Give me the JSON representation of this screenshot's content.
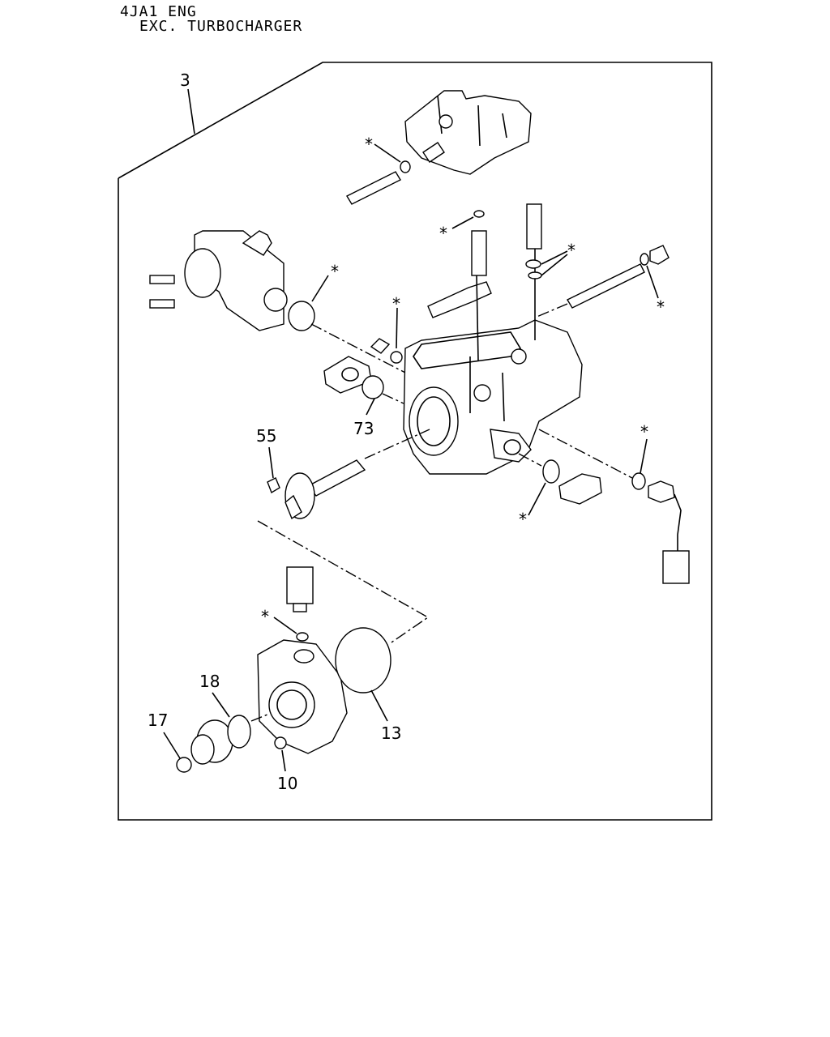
{
  "header": {
    "line1": "4JA1 ENG",
    "line2": "EXC. TURBOCHARGER"
  },
  "callouts": {
    "c3": "3",
    "c55": "55",
    "c73": "73",
    "c18": "18",
    "c17": "17",
    "c13": "13",
    "c10": "10",
    "asterisk": "*"
  }
}
